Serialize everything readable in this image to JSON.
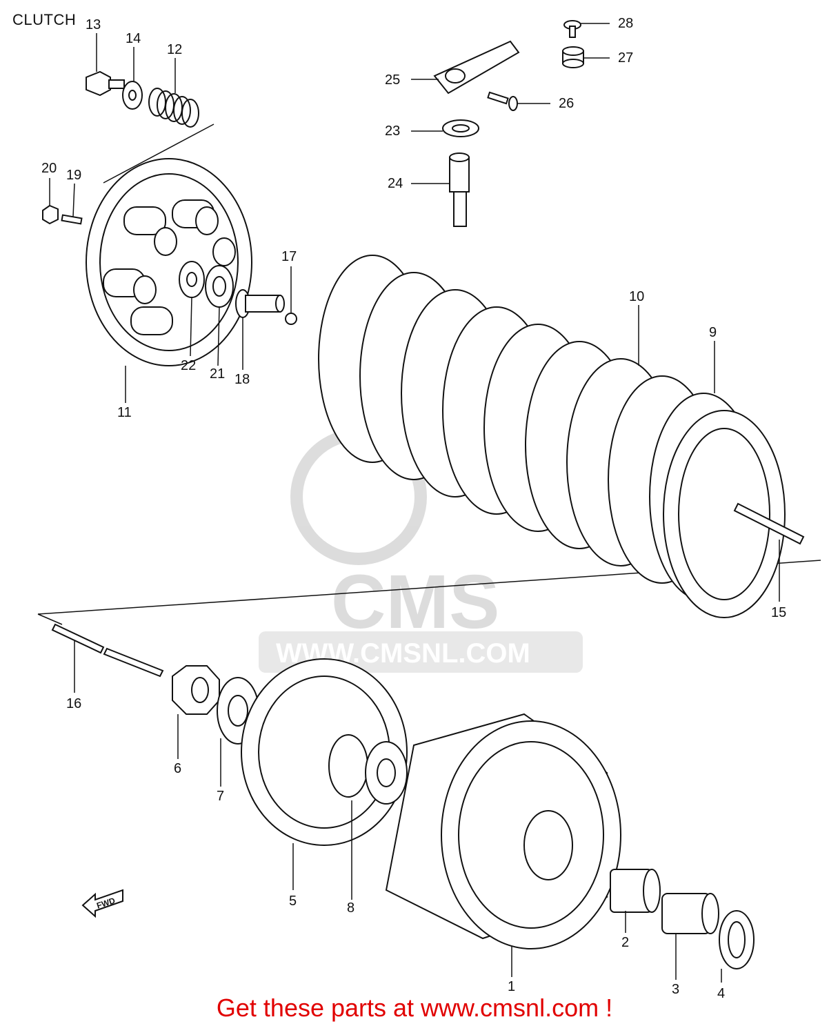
{
  "diagram": {
    "title": "CLUTCH",
    "watermark_brand": "CMS",
    "watermark_url": "WWW.CMSNL.COM",
    "fwd_mark": "FWD",
    "footer": "Get these parts at www.cmsnl.com !",
    "colors": {
      "line": "#111111",
      "footer": "#e10000",
      "watermark": "#d9d9d9"
    },
    "parts": [
      {
        "id": "1",
        "label": "1"
      },
      {
        "id": "2",
        "label": "2"
      },
      {
        "id": "3",
        "label": "3"
      },
      {
        "id": "4",
        "label": "4"
      },
      {
        "id": "5",
        "label": "5"
      },
      {
        "id": "6",
        "label": "6"
      },
      {
        "id": "7",
        "label": "7"
      },
      {
        "id": "8",
        "label": "8"
      },
      {
        "id": "9",
        "label": "9"
      },
      {
        "id": "10",
        "label": "10"
      },
      {
        "id": "11",
        "label": "11"
      },
      {
        "id": "12",
        "label": "12"
      },
      {
        "id": "13",
        "label": "13"
      },
      {
        "id": "14",
        "label": "14"
      },
      {
        "id": "15",
        "label": "15"
      },
      {
        "id": "16",
        "label": "16"
      },
      {
        "id": "17",
        "label": "17"
      },
      {
        "id": "18",
        "label": "18"
      },
      {
        "id": "19",
        "label": "19"
      },
      {
        "id": "20",
        "label": "20"
      },
      {
        "id": "21",
        "label": "21"
      },
      {
        "id": "22",
        "label": "22"
      },
      {
        "id": "23",
        "label": "23"
      },
      {
        "id": "24",
        "label": "24"
      },
      {
        "id": "25",
        "label": "25"
      },
      {
        "id": "26",
        "label": "26"
      },
      {
        "id": "27",
        "label": "27"
      },
      {
        "id": "28",
        "label": "28"
      }
    ]
  }
}
